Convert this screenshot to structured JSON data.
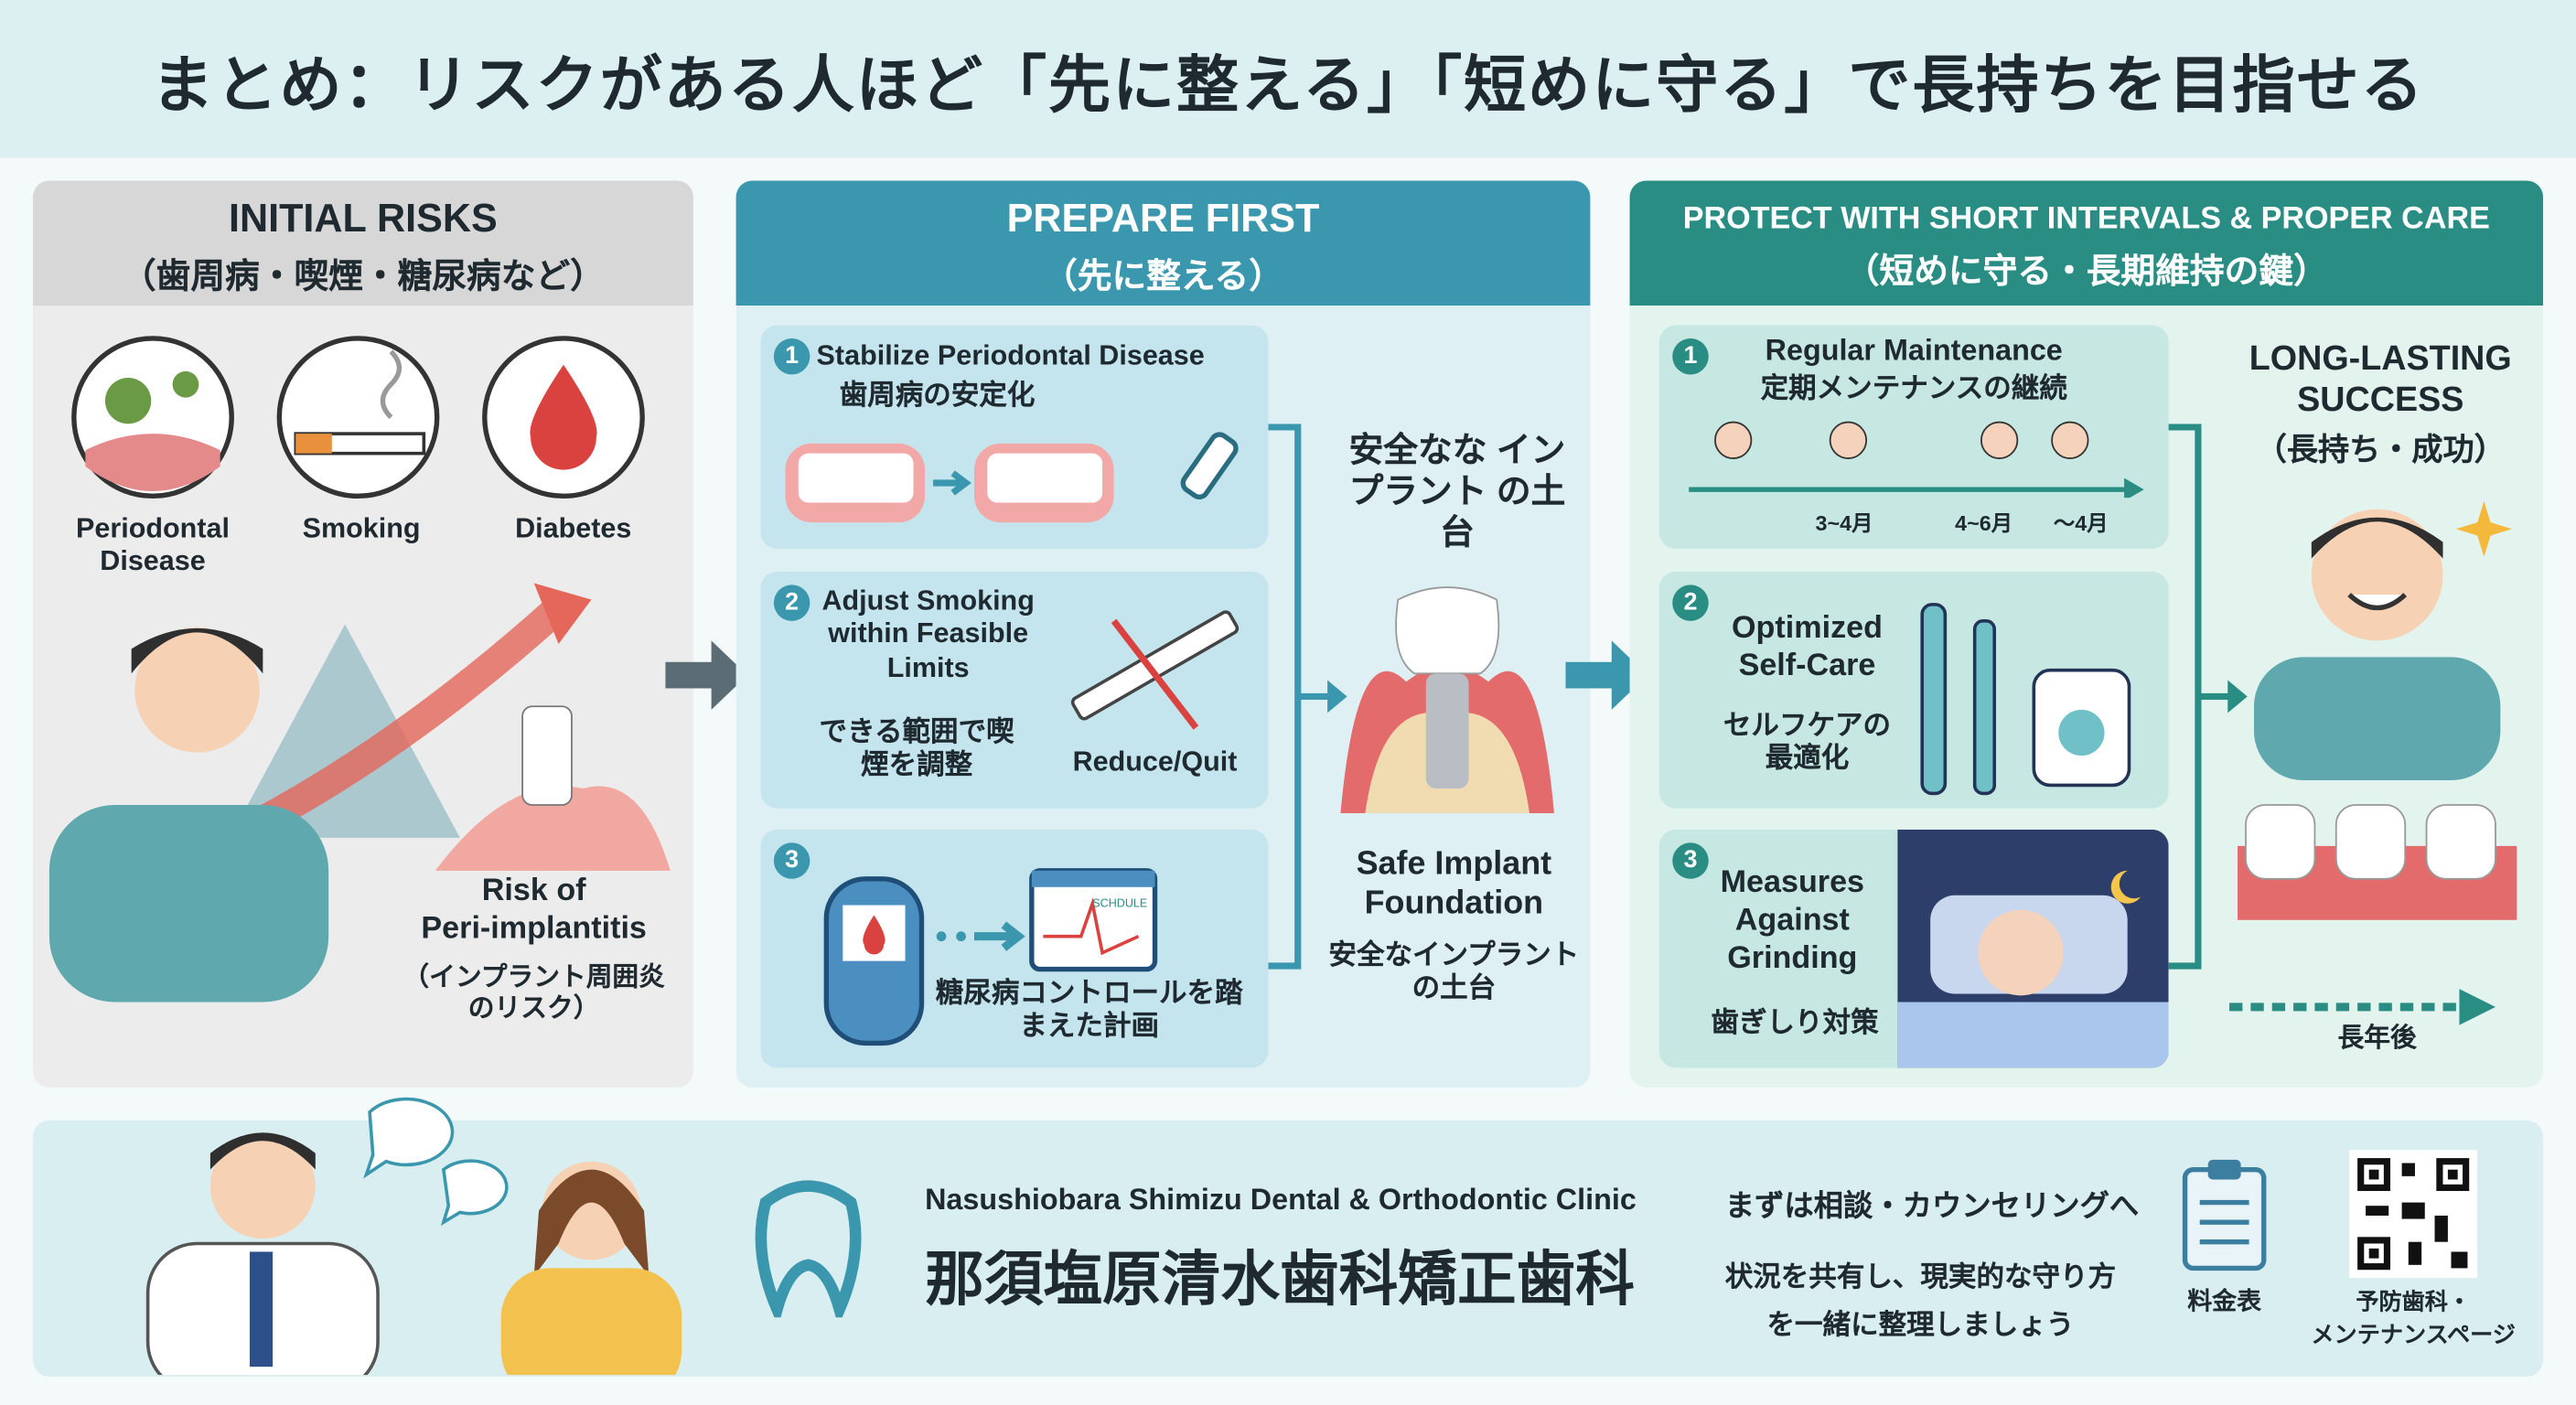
{
  "title": "まとめ：リスクがある人ほど「先に整える」「短めに守る」で長持ちを目指せる",
  "panel1": {
    "title_en": "INITIAL RISKS",
    "title_jp": "（歯周病・喫煙・糖尿病など）",
    "risks": [
      "Periodontal Disease",
      "Smoking",
      "Diabetes"
    ],
    "risk_label_en_1": "Risk of",
    "risk_label_en_2": "Peri-implantitis",
    "risk_label_jp_1": "（インプラント周囲炎",
    "risk_label_jp_2": "のリスク）"
  },
  "panel2": {
    "title_en": "PREPARE FIRST",
    "title_jp": "（先に整える）",
    "steps": [
      {
        "num": "1",
        "en": "Stabilize Periodontal Disease",
        "jp": "歯周病の安定化"
      },
      {
        "num": "2",
        "en": "Adjust Smoking within Feasible Limits",
        "jp": "できる範囲で喫煙を調整",
        "extra": "Reduce/Quit"
      },
      {
        "num": "3",
        "jp": "糖尿病コントロールを踏まえた計画",
        "calendar_label": "SCHDULE"
      }
    ],
    "center_jp_top": "安全なな インプラント の土台",
    "center_en": "Safe Implant Foundation",
    "center_jp_bottom": "安全なインプラント の土台"
  },
  "panel3": {
    "title_en": "PROTECT WITH SHORT INTERVALS & PROPER CARE",
    "title_jp": "（短めに守る・長期維持の鍵）",
    "steps": [
      {
        "num": "1",
        "en": "Regular Maintenance",
        "jp": "定期メンテナンスの継続",
        "intervals": [
          "3~4月",
          "4~6月",
          "〜4月"
        ]
      },
      {
        "num": "2",
        "en": "Optimized Self-Care",
        "jp": "セルフケアの最適化"
      },
      {
        "num": "3",
        "en": "Measures Against Grinding",
        "jp": "歯ぎしり対策"
      }
    ],
    "success_en": "LONG-LASTING SUCCESS",
    "success_jp": "（長持ち・成功）",
    "years_later": "長年後"
  },
  "footer": {
    "clinic_en": "Nasushiobara Shimizu Dental & Orthodontic Clinic",
    "clinic_jp": "那須塩原清水歯科矯正歯科",
    "cta_title": "まずは相談・カウンセリングへ",
    "cta_body_1": "状況を共有し、現実的な守り方",
    "cta_body_2": "を一緒に整理しましょう",
    "price_label": "料金表",
    "qr_label_1": "予防歯科・",
    "qr_label_2": "メンテナンスページ"
  },
  "colors": {
    "blue": "#3b97ad",
    "teal": "#2a8d84",
    "red": "#d9423f"
  }
}
